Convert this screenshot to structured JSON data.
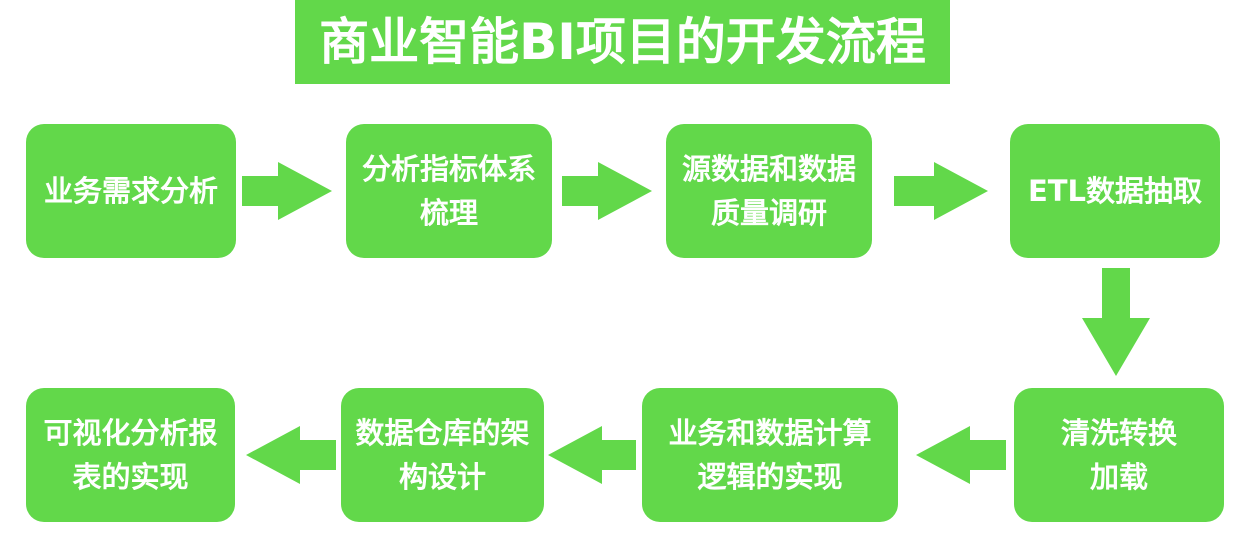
{
  "title": "商业智能BI项目的开发流程",
  "steps": [
    "业务需求分析",
    "分析指标体系\n梳理",
    "源数据和数据\n质量调研",
    "ETL数据抽取",
    "清洗转换\n加载",
    "业务和数据计算\n逻辑的实现",
    "数据仓库的架\n构设计",
    "可视化分析报\n表的实现"
  ],
  "colors": {
    "accent": "#62d84a",
    "text": "#ffffff",
    "background": "#ffffff"
  }
}
